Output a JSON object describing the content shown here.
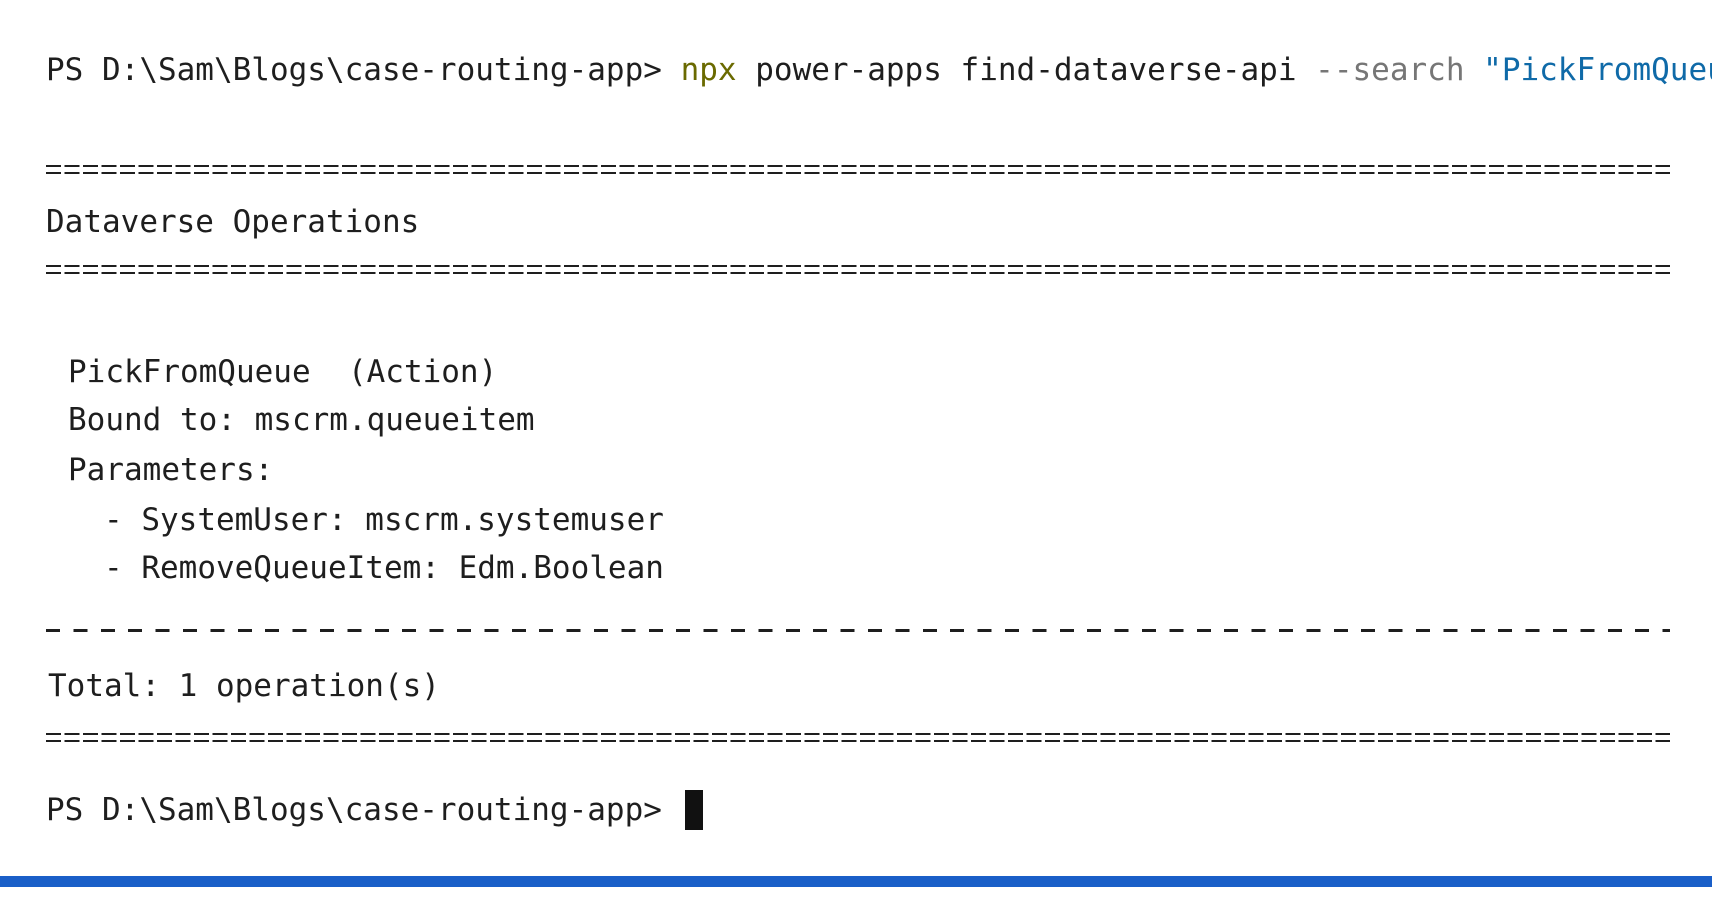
{
  "command": {
    "prompt": "PS D:\\Sam\\Blogs\\case-routing-app>",
    "npx": "npx",
    "command": "power-apps find-dataverse-api",
    "flag": "--search",
    "argument": "\"PickFromQueue\""
  },
  "output": {
    "section_title": "Dataverse Operations",
    "operation": {
      "name_line": "PickFromQueue  (Action)",
      "bound_line": "Bound to: mscrm.queueitem",
      "params_label": "Parameters:",
      "params": [
        "- SystemUser: mscrm.systemuser",
        "- RemoveQueueItem: Edm.Boolean"
      ]
    },
    "total": "Total: 1 operation(s)"
  },
  "next_prompt": "PS D:\\Sam\\Blogs\\case-routing-app>",
  "colors": {
    "npx": "#6a6a00",
    "flag": "#767676",
    "string": "#0f6aa8",
    "status_bar": "#1a5fc8"
  }
}
